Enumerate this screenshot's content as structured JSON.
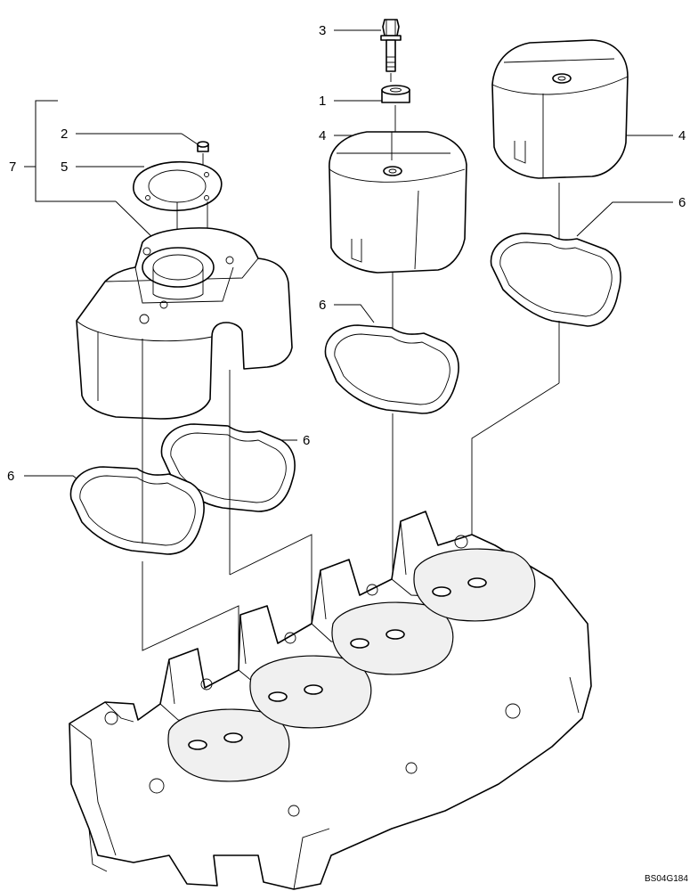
{
  "callouts": {
    "c3": "3",
    "c1": "1",
    "c4_center": "4",
    "c4_right": "4",
    "c2": "2",
    "c7": "7",
    "c5": "5",
    "c6_right": "6",
    "c6_center": "6",
    "c6_mid": "6",
    "c6_left": "6"
  },
  "drawing_code": "BS04G184"
}
